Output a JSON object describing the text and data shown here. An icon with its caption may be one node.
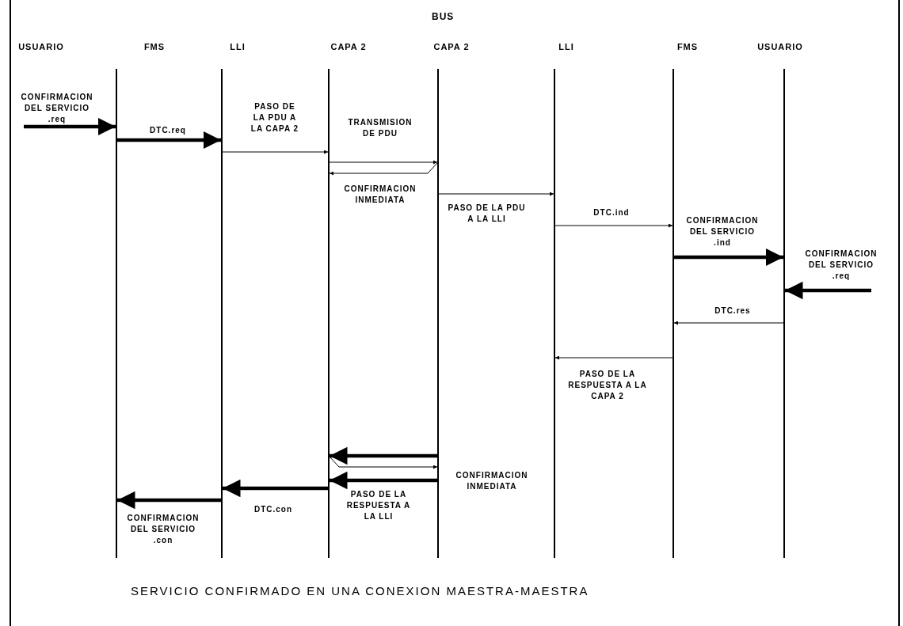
{
  "diagram": {
    "title": "BUS",
    "caption": "SERVICIO CONFIRMADO EN UNA CONEXION MAESTRA-MAESTRA",
    "nodes": [
      {
        "text": [
          "USUARIO"
        ]
      },
      {
        "text": [
          "FMS"
        ]
      },
      {
        "text": [
          "LLI"
        ]
      },
      {
        "text": [
          "CAPA 2"
        ]
      },
      {
        "text": [
          "CAPA 2"
        ]
      },
      {
        "text": [
          "LLI"
        ]
      },
      {
        "text": [
          "FMS"
        ]
      },
      {
        "text": [
          "USUARIO"
        ]
      }
    ],
    "edges": [
      {
        "from": null,
        "to": 1,
        "arrow": "to",
        "label": "CONFIRMACION DEL SERVICIO .req",
        "style": "thick"
      },
      {
        "from": 1,
        "to": 2,
        "arrow": "to",
        "label": "DTC.req",
        "style": "thick"
      },
      {
        "from": 2,
        "to": 3,
        "arrow": "to",
        "label": "PASO DE LA PDU A LA CAPA 2"
      },
      {
        "from": 3,
        "to": 4,
        "arrow": "to",
        "label": "TRANSMISION DE PDU"
      },
      {
        "from": 4,
        "to": 3,
        "arrow": "to",
        "label": "CONFIRMACION INMEDIATA"
      },
      {
        "from": 4,
        "to": 5,
        "arrow": "to",
        "label": "PASO DE LA PDU A LA LLI"
      },
      {
        "from": 5,
        "to": 6,
        "arrow": "to",
        "label": "DTC.ind"
      },
      {
        "from": 6,
        "to": 7,
        "arrow": "to",
        "label": "CONFIRMACION DEL SERVICIO .ind",
        "style": "thick"
      },
      {
        "from": null,
        "to": 7,
        "arrow": "to",
        "label": "CONFIRMACION DEL SERVICIO .req",
        "style": "thick"
      },
      {
        "from": 7,
        "to": 6,
        "arrow": "to",
        "label": "DTC.res"
      },
      {
        "from": 6,
        "to": 5,
        "arrow": "to",
        "label": "PASO DE LA RESPUESTA A LA CAPA 2"
      },
      {
        "from": 4,
        "to": 3,
        "arrow": "to",
        "style": "thick"
      },
      {
        "from": 3,
        "to": 4,
        "arrow": "to",
        "label": "CONFIRMACION INMEDIATA"
      },
      {
        "from": 4,
        "to": 3,
        "arrow": "to",
        "label": "PASO DE LA RESPUESTA A LA LLI",
        "style": "thick"
      },
      {
        "from": 3,
        "to": 2,
        "arrow": "to",
        "label": "DTC.con",
        "style": "thick"
      },
      {
        "from": 2,
        "to": 1,
        "arrow": "to",
        "label": "CONFIRMACION DEL SERVICIO .con",
        "style": "thick"
      }
    ]
  }
}
